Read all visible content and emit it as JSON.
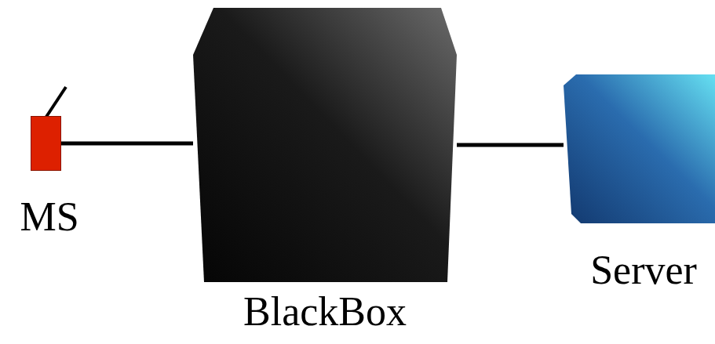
{
  "diagram": {
    "nodes": [
      {
        "text": [
          "MS"
        ]
      },
      {
        "text": [
          "BlackBox"
        ]
      },
      {
        "text": [
          "Server"
        ]
      }
    ],
    "edges": [
      {
        "from": 0,
        "to": 1,
        "arrow": "none"
      },
      {
        "from": 1,
        "to": 2,
        "arrow": "none"
      }
    ]
  }
}
